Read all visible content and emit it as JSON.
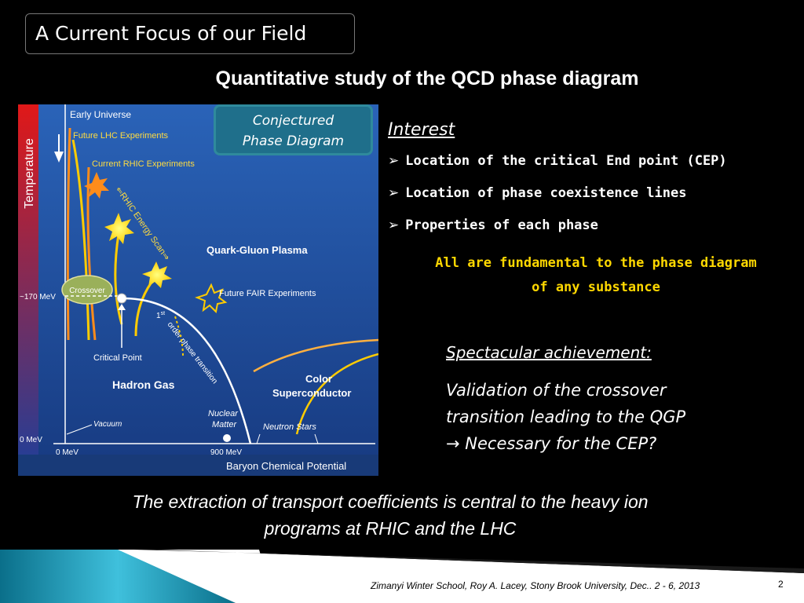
{
  "title": "A Current Focus of our Field",
  "subtitle": "Quantitative study of  the QCD phase diagram",
  "diagram": {
    "badge": [
      "Conjectured",
      "Phase Diagram"
    ],
    "axis_temperature": "Temperature",
    "axis_baryon": "Baryon Chemical Potential",
    "early_universe": "Early Universe",
    "future_lhc": "Future LHC Experiments",
    "current_rhic": "Current RHIC Experiments",
    "rhic_scan": "⇐RHIC Energy Scan⇒",
    "qgp": "Quark-Gluon Plasma",
    "crossover": "Crossover",
    "mev170": "~170 MeV",
    "future_fair": "Future FAIR Experiments",
    "first": "1",
    "st": "st",
    "order_line": "order phase transition",
    "critical_point": "Critical Point",
    "hadron_gas": "Hadron Gas",
    "color": "Color",
    "superconductor": "Superconductor",
    "nuclear": "Nuclear",
    "matter": "Matter",
    "vacuum": "Vacuum",
    "neutron_stars": "Neutron Stars",
    "zero_mev_t": "0 MeV",
    "zero_mev_b": "0 MeV",
    "mev900": "900 MeV"
  },
  "interest": {
    "heading": "Interest",
    "bullet_icon": "arrowhead-bullet",
    "bullets": [
      "Location of the critical End point (CEP)",
      "Location of phase coexistence lines",
      "Properties of each phase"
    ],
    "fundamental": [
      "All are fundamental to the phase diagram",
      "of any substance"
    ]
  },
  "spectacular": {
    "heading": "Spectacular achievement:",
    "lines": [
      "Validation of the crossover",
      "transition  leading to the QGP",
      "→ Necessary for the CEP?"
    ]
  },
  "bottom_text": [
    "The extraction of transport coefficients is central to the heavy ion",
    "programs at RHIC and the LHC"
  ],
  "footer": {
    "text": "Zimanyi Winter School, Roy A.  Lacey, Stony Brook University, Dec.. 2 - 6, 2013",
    "page": "2"
  },
  "colors": {
    "accent_yellow": "#ffd800",
    "badge_blue": "#1f6f8b",
    "diagram_blue": "#1e4e9c"
  }
}
